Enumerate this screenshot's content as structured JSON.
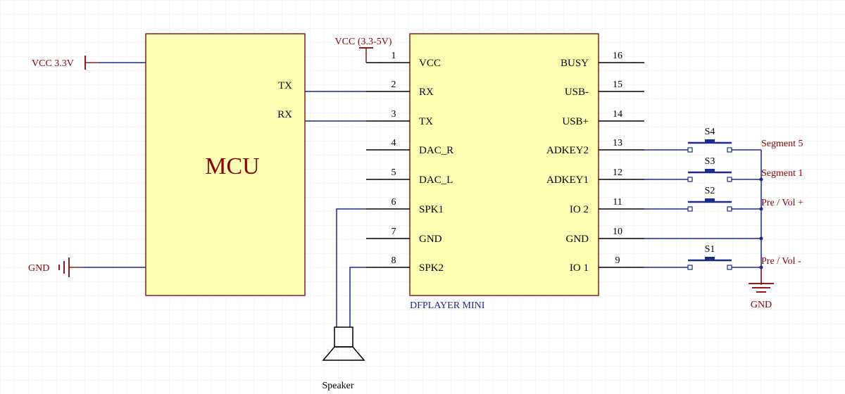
{
  "mcu": {
    "name": "MCU",
    "pin_tx": "TX",
    "pin_rx": "RX"
  },
  "power": {
    "mcu_vcc": "VCC 3.3V",
    "mcu_gnd": "GND",
    "module_vcc": "VCC (3.3-5V)",
    "switch_gnd": "GND"
  },
  "module": {
    "name": "DFPLAYER MINI",
    "left_pins": [
      {
        "num": "1",
        "name": "VCC"
      },
      {
        "num": "2",
        "name": "RX"
      },
      {
        "num": "3",
        "name": "TX"
      },
      {
        "num": "4",
        "name": "DAC_R"
      },
      {
        "num": "5",
        "name": "DAC_L"
      },
      {
        "num": "6",
        "name": "SPK1"
      },
      {
        "num": "7",
        "name": "GND"
      },
      {
        "num": "8",
        "name": "SPK2"
      }
    ],
    "right_pins": [
      {
        "num": "16",
        "name": "BUSY"
      },
      {
        "num": "15",
        "name": "USB-"
      },
      {
        "num": "14",
        "name": "USB+"
      },
      {
        "num": "13",
        "name": "ADKEY2"
      },
      {
        "num": "12",
        "name": "ADKEY1"
      },
      {
        "num": "11",
        "name": "IO 2"
      },
      {
        "num": "10",
        "name": "GND"
      },
      {
        "num": "9",
        "name": "IO 1"
      }
    ]
  },
  "switches": [
    {
      "ref": "S4",
      "function": "Segment 5"
    },
    {
      "ref": "S3",
      "function": "Segment 1"
    },
    {
      "ref": "S2",
      "function": "Pre / Vol +"
    },
    {
      "ref": "S1",
      "function": "Pre / Vol -"
    }
  ],
  "speaker": {
    "label": "Speaker"
  },
  "colors": {
    "component_fill": "#ffffb3",
    "component_border": "#8b1c1c",
    "pin_text": "#000000",
    "label_red": "#8b0000",
    "wire_blue": "#1c2a8c",
    "module_name": "#1c2a8c",
    "grid": "#ececec"
  }
}
